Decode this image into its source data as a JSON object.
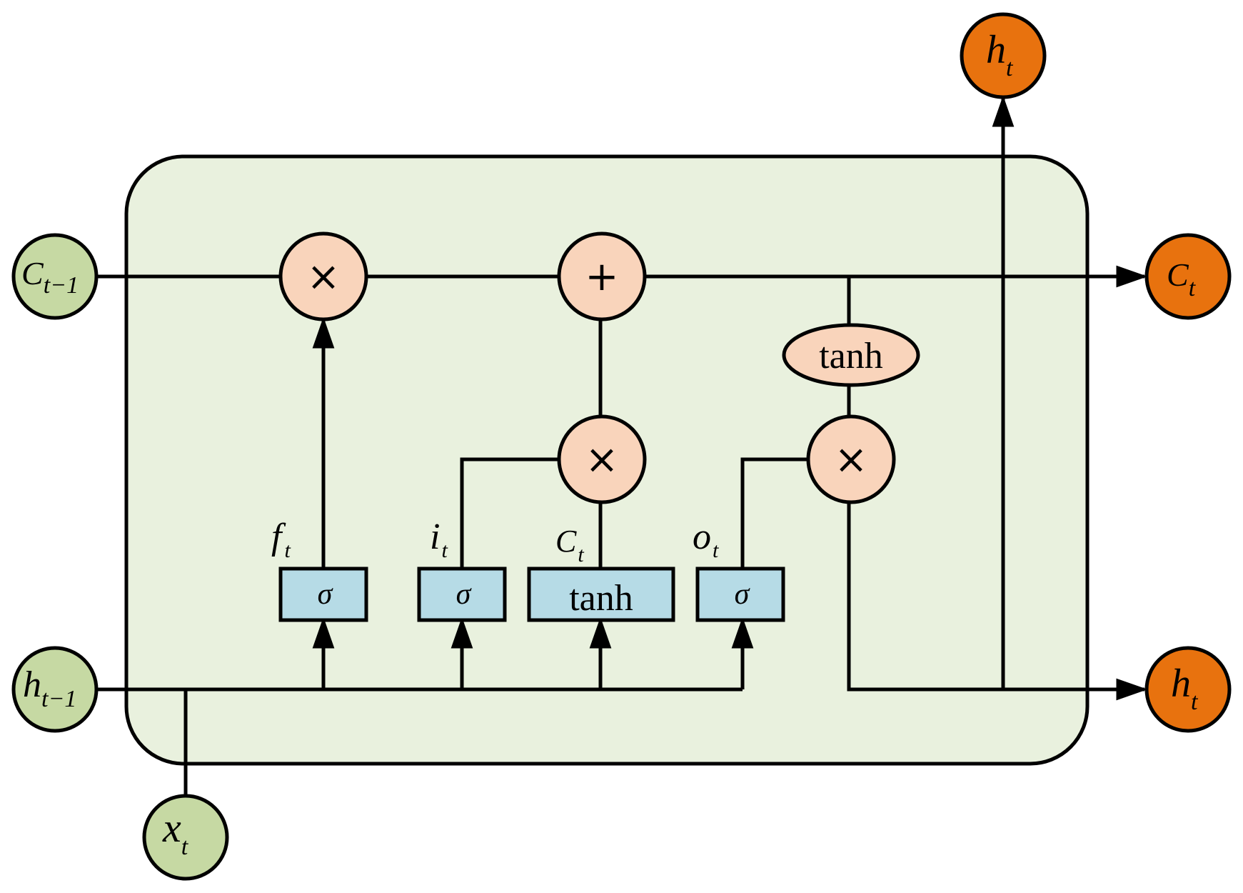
{
  "colors": {
    "cell_fill": "#e9f1de",
    "input_node_fill": "#c6d9a3",
    "output_node_fill": "#e8720e",
    "op_fill": "#f9d4bb",
    "gate_fill": "#b6dbe6",
    "line": "#000000"
  },
  "inputs": {
    "c_prev": {
      "main": "C",
      "sub": "t−1"
    },
    "h_prev": {
      "main": "h",
      "sub": "t−1"
    },
    "x": {
      "main": "x",
      "sub": "t"
    }
  },
  "outputs": {
    "c_out": {
      "main": "C",
      "sub": "t"
    },
    "h_out": {
      "main": "h",
      "sub": "t"
    },
    "h_top": {
      "main": "h",
      "sub": "t"
    }
  },
  "operators": {
    "multiply": "×",
    "add": "+"
  },
  "gates": {
    "forget": "σ",
    "input": "σ",
    "candidate": "tanh",
    "output": "σ"
  },
  "activation": {
    "cell_tanh": "tanh"
  },
  "gate_labels": {
    "forget": {
      "main": "f",
      "sub": "t"
    },
    "input": {
      "main": "i",
      "sub": "t"
    },
    "candidate": {
      "main": "C",
      "sub": "t"
    },
    "output": {
      "main": "o",
      "sub": "t"
    }
  }
}
